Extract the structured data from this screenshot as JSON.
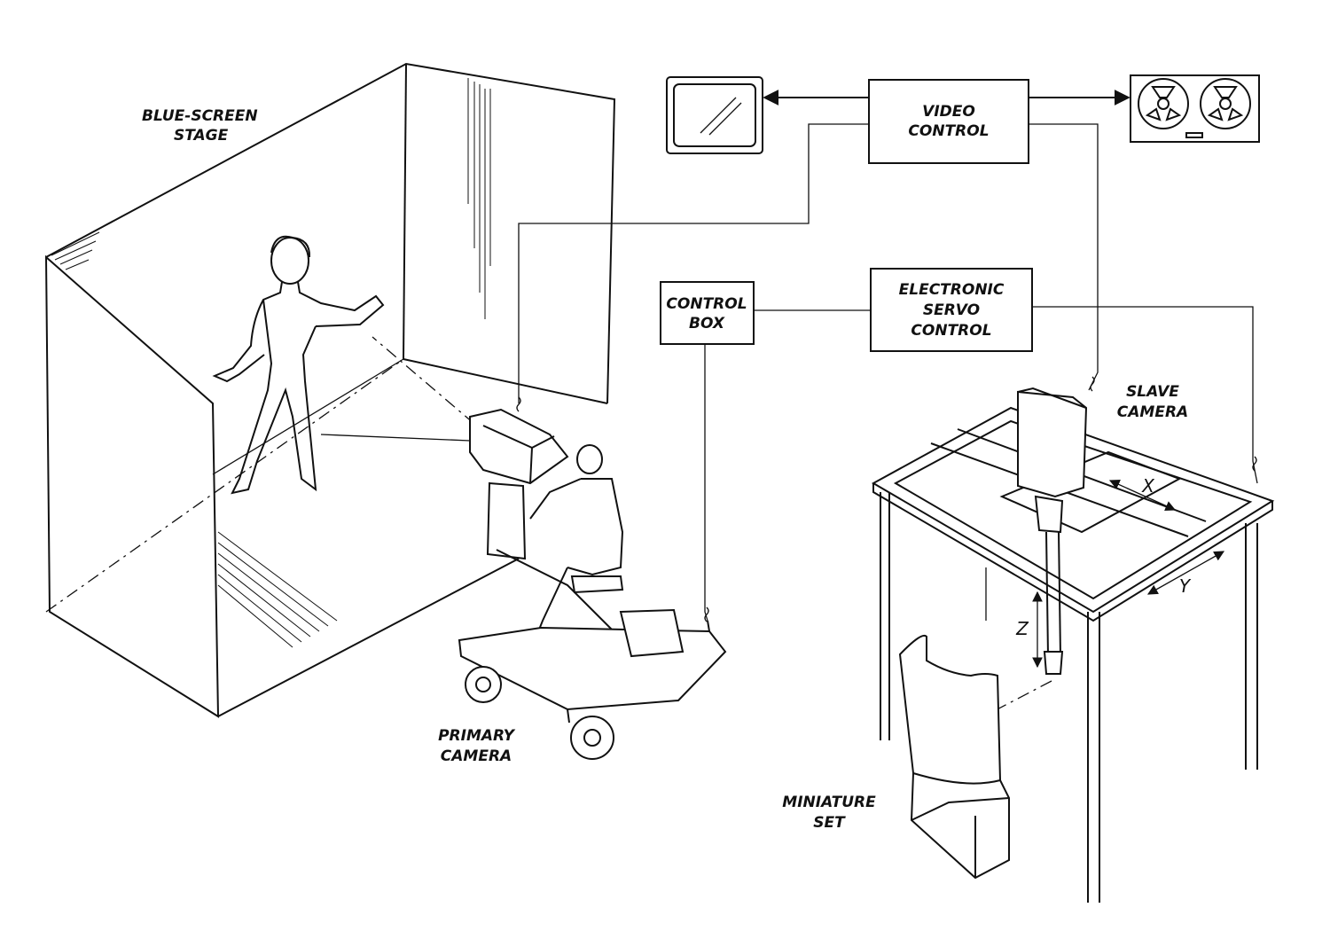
{
  "labels": {
    "stage_line1": "BLUE-SCREEN",
    "stage_line2": "STAGE",
    "video_control_line1": "VIDEO",
    "video_control_line2": "CONTROL",
    "control_box_line1": "CONTROL",
    "control_box_line2": "BOX",
    "servo_line1": "ELECTRONIC",
    "servo_line2": "SERVO",
    "servo_line3": "CONTROL",
    "slave_line1": "SLAVE",
    "slave_line2": "CAMERA",
    "primary_line1": "PRIMARY",
    "primary_line2": "CAMERA",
    "miniature_line1": "MINIATURE",
    "miniature_line2": "SET",
    "axis_x": "X",
    "axis_y": "Y",
    "axis_z": "Z"
  },
  "colors": {
    "ink": "#111111",
    "paper": "#ffffff"
  }
}
